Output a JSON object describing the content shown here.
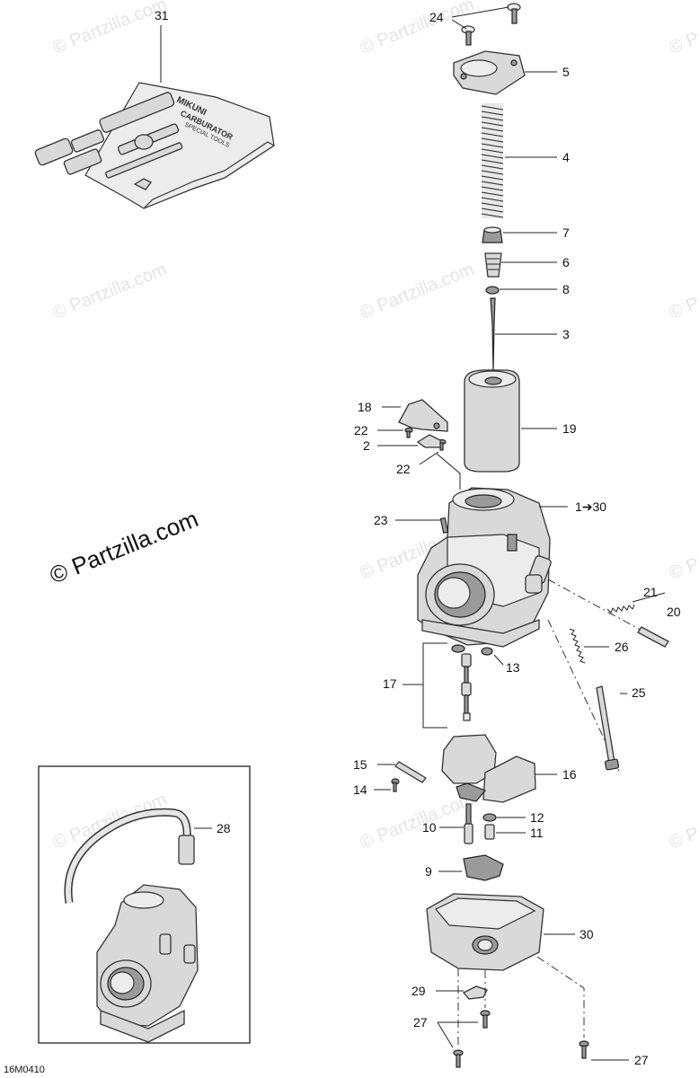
{
  "watermark": "© Partzilla.com",
  "copyright": "© Partzilla.com",
  "figure_id": "16M0410",
  "tool_kit_text": {
    "brand": "MIKUNI",
    "line1": "CARBURATOR",
    "line2": "SPECIAL TOOLS"
  },
  "callouts": {
    "c1": "1➔30",
    "c2": "2",
    "c3": "3",
    "c4": "4",
    "c5": "5",
    "c6": "6",
    "c7": "7",
    "c8": "8",
    "c9": "9",
    "c10": "10",
    "c11": "11",
    "c12": "12",
    "c13": "13",
    "c14": "14",
    "c15": "15",
    "c16": "16",
    "c17": "17",
    "c18": "18",
    "c19": "19",
    "c20": "20",
    "c21": "21",
    "c22a": "22",
    "c22b": "22",
    "c23": "23",
    "c24": "24",
    "c25": "25",
    "c26": "26",
    "c27a": "27",
    "c27b": "27",
    "c28": "28",
    "c29": "29",
    "c30": "30",
    "c31": "31"
  }
}
